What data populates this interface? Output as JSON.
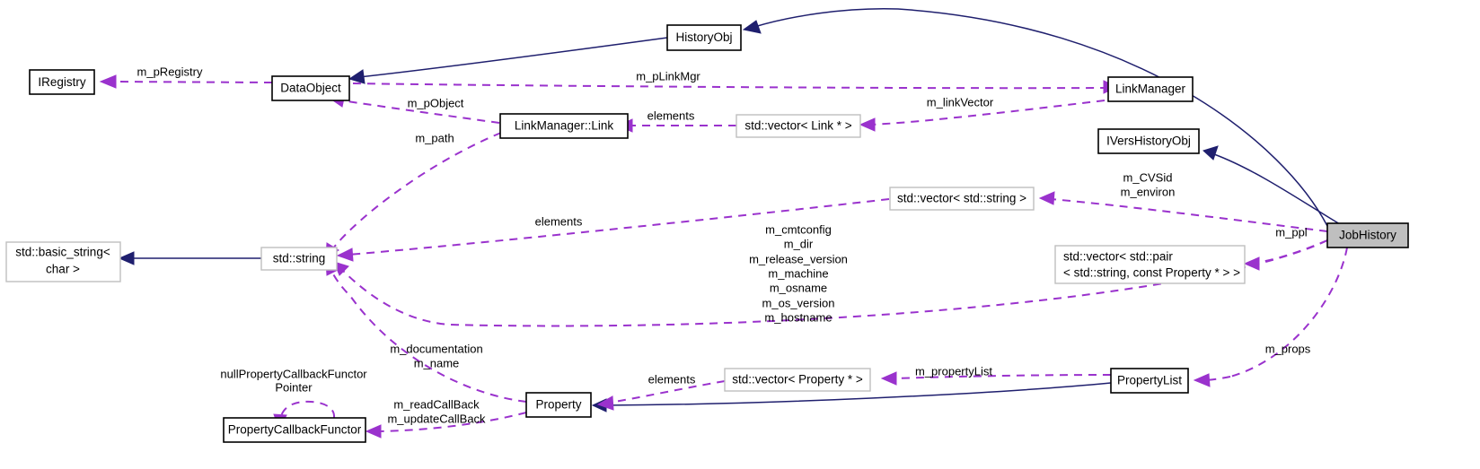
{
  "diagram": {
    "kind": "collaboration-diagram",
    "focus_class": "JobHistory",
    "colors": {
      "inheritance_edge": "#1f1f6e",
      "usage_edge": "#9a32cd",
      "focus_node_fill": "#bfbfbf",
      "plain_node_stroke": "#000000",
      "template_node_stroke": "#bfbfbf",
      "background": "#ffffff"
    },
    "nodes": [
      {
        "id": "iregistry",
        "label": "IRegistry",
        "style": "plain"
      },
      {
        "id": "dataobject",
        "label": "DataObject",
        "style": "plain"
      },
      {
        "id": "historyobj",
        "label": "HistoryObj",
        "style": "plain"
      },
      {
        "id": "linkmanagerlink",
        "label": "LinkManager::Link",
        "style": "plain"
      },
      {
        "id": "vectorlinkptr",
        "label": "std::vector< Link * >",
        "style": "template"
      },
      {
        "id": "linkmanager",
        "label": "LinkManager",
        "style": "plain"
      },
      {
        "id": "ivershistoryobj",
        "label": "IVersHistoryObj",
        "style": "plain"
      },
      {
        "id": "vectorstring",
        "label": "std::vector< std::string >",
        "style": "template"
      },
      {
        "id": "basicstring",
        "label_line1": "std::basic_string<",
        "label_line2": "char >",
        "style": "template"
      },
      {
        "id": "stdstring",
        "label": "std::string",
        "style": "template"
      },
      {
        "id": "vectorpair",
        "label_line1": "std::vector< std::pair",
        "label_line2": "< std::string, const Property * > >",
        "style": "template"
      },
      {
        "id": "jobhistory",
        "label": "JobHistory",
        "style": "focus"
      },
      {
        "id": "propertycallbackfunctor",
        "label": "PropertyCallbackFunctor",
        "style": "plain"
      },
      {
        "id": "property",
        "label": "Property",
        "style": "plain"
      },
      {
        "id": "vectorpropertyptr",
        "label": "std::vector< Property * >",
        "style": "template"
      },
      {
        "id": "propertylist",
        "label": "PropertyList",
        "style": "plain"
      }
    ],
    "edge_labels": {
      "m_pRegistry": "m_pRegistry",
      "m_pObject": "m_pObject",
      "m_path": "m_path",
      "m_pLinkMgr": "m_pLinkMgr",
      "elements_link": "elements",
      "m_linkVector": "m_linkVector",
      "elements_string": "elements",
      "m_CVSid_m_environ_1": "m_CVSid",
      "m_CVSid_m_environ_2": "m_environ",
      "m_ppl": "m_ppl",
      "m_props": "m_props",
      "m_propertyList": "m_propertyList",
      "elements_property": "elements",
      "m_documentation_1": "m_documentation",
      "m_documentation_2": "m_name",
      "m_readCallBack_1": "m_readCallBack",
      "m_readCallBack_2": "m_updateCallBack",
      "nullPropertyCallbackFunctorPointer_1": "nullPropertyCallbackFunctor",
      "nullPropertyCallbackFunctorPointer_2": "Pointer",
      "members_1": "m_cmtconfig",
      "members_2": "m_dir",
      "members_3": "m_release_version",
      "members_4": "m_machine",
      "members_5": "m_osname",
      "members_6": "m_os_version",
      "members_7": "m_hostname"
    }
  }
}
